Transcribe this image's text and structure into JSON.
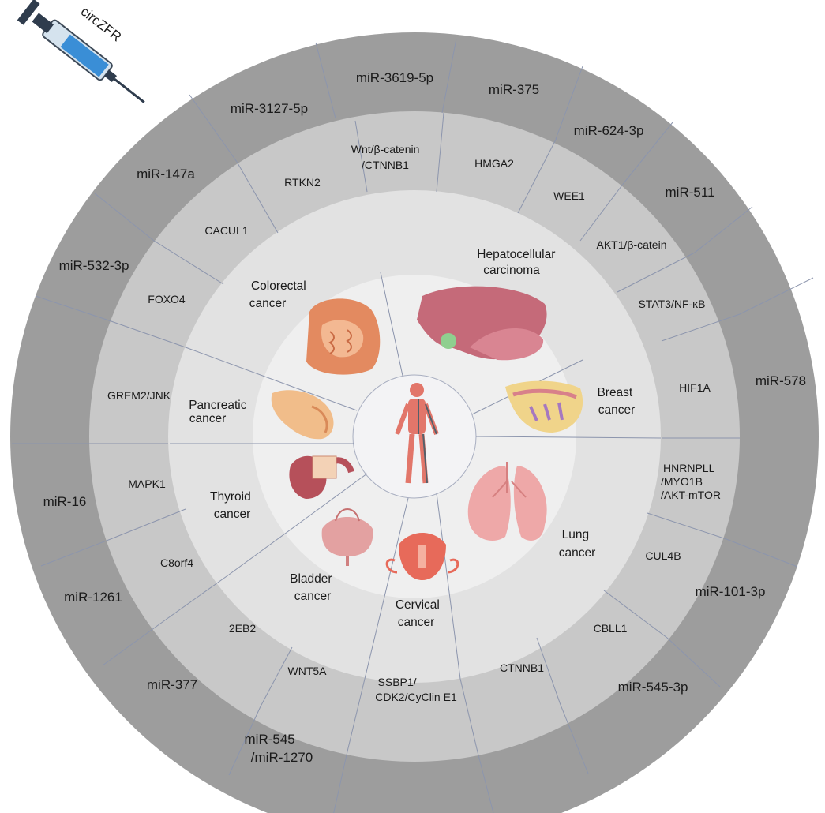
{
  "drug": {
    "name": "circZFR"
  },
  "colors": {
    "outer_ring": "#9d9d9d",
    "middle_ring": "#c8c8c8",
    "inner_ring": "#e2e2e2",
    "core": "#efefef",
    "divider": "#8c95ad"
  },
  "cancers": [
    {
      "id": "hepatocellular",
      "line1": "Hepatocellular",
      "line2": "carcinoma",
      "icon": "liver-icon"
    },
    {
      "id": "breast",
      "line1": "Breast",
      "line2": "cancer",
      "icon": "breast-tissue-icon"
    },
    {
      "id": "lung",
      "line1": "Lung",
      "line2": "cancer",
      "icon": "lungs-icon"
    },
    {
      "id": "cervical",
      "line1": "Cervical",
      "line2": "cancer",
      "icon": "uterus-icon"
    },
    {
      "id": "bladder",
      "line1": "Bladder",
      "line2": "cancer",
      "icon": "bladder-icon"
    },
    {
      "id": "thyroid",
      "line1": "Thyroid",
      "line2": "cancer",
      "icon": "thyroid-icon"
    },
    {
      "id": "pancreatic",
      "line1": "Pancreatic",
      "line2": "cancer",
      "icon": "pancreas-icon"
    },
    {
      "id": "colorectal",
      "line1": "Colorectal",
      "line2": "cancer",
      "icon": "intestine-icon"
    }
  ],
  "targets": [
    {
      "id": "wnt",
      "line1": "Wnt/β-catenin",
      "line2": "/CTNNB1"
    },
    {
      "id": "hmga2",
      "line1": "HMGA2"
    },
    {
      "id": "wee1",
      "line1": "WEE1"
    },
    {
      "id": "akt1",
      "line1": "AKT1/β-catein"
    },
    {
      "id": "stat3",
      "line1": "STAT3/NF-κB"
    },
    {
      "id": "hif1a",
      "line1": "HIF1A"
    },
    {
      "id": "hnrnpll",
      "line1": "HNRNPLL",
      "line2": "/MYO1B",
      "line3": "/AKT-mTOR"
    },
    {
      "id": "cul4b",
      "line1": "CUL4B"
    },
    {
      "id": "cbll1",
      "line1": "CBLL1"
    },
    {
      "id": "ctnnb1",
      "line1": "CTNNB1"
    },
    {
      "id": "ssbp1",
      "line1": "SSBP1/",
      "line2": "CDK2/CyClin E1"
    },
    {
      "id": "wnt5a",
      "line1": "WNT5A"
    },
    {
      "id": "2eb2",
      "line1": "2EB2"
    },
    {
      "id": "c8orf4",
      "line1": "C8orf4"
    },
    {
      "id": "mapk1",
      "line1": "MAPK1"
    },
    {
      "id": "grem2",
      "line1": "GREM2/JNK"
    },
    {
      "id": "foxo4",
      "line1": "FOXO4"
    },
    {
      "id": "cacul1",
      "line1": "CACUL1"
    },
    {
      "id": "rtkn2",
      "line1": "RTKN2"
    }
  ],
  "mirnas": [
    {
      "id": "mir-3619",
      "line1": "miR-3619-5p"
    },
    {
      "id": "mir-375",
      "line1": "miR-375"
    },
    {
      "id": "mir-624",
      "line1": "miR-624-3p"
    },
    {
      "id": "mir-511",
      "line1": "miR-511"
    },
    {
      "id": "mir-578",
      "line1": "miR-578"
    },
    {
      "id": "mir-101",
      "line1": "miR-101-3p"
    },
    {
      "id": "mir-545-3p",
      "line1": "miR-545-3p"
    },
    {
      "id": "mir-545-1270",
      "line1": "miR-545",
      "line2": "/miR-1270"
    },
    {
      "id": "mir-377",
      "line1": "miR-377"
    },
    {
      "id": "mir-1261",
      "line1": "miR-1261"
    },
    {
      "id": "mir-16",
      "line1": "miR-16"
    },
    {
      "id": "mir-532",
      "line1": "miR-532-3p"
    },
    {
      "id": "mir-147a",
      "line1": "miR-147a"
    },
    {
      "id": "mir-3127",
      "line1": "miR-3127-5p"
    }
  ]
}
